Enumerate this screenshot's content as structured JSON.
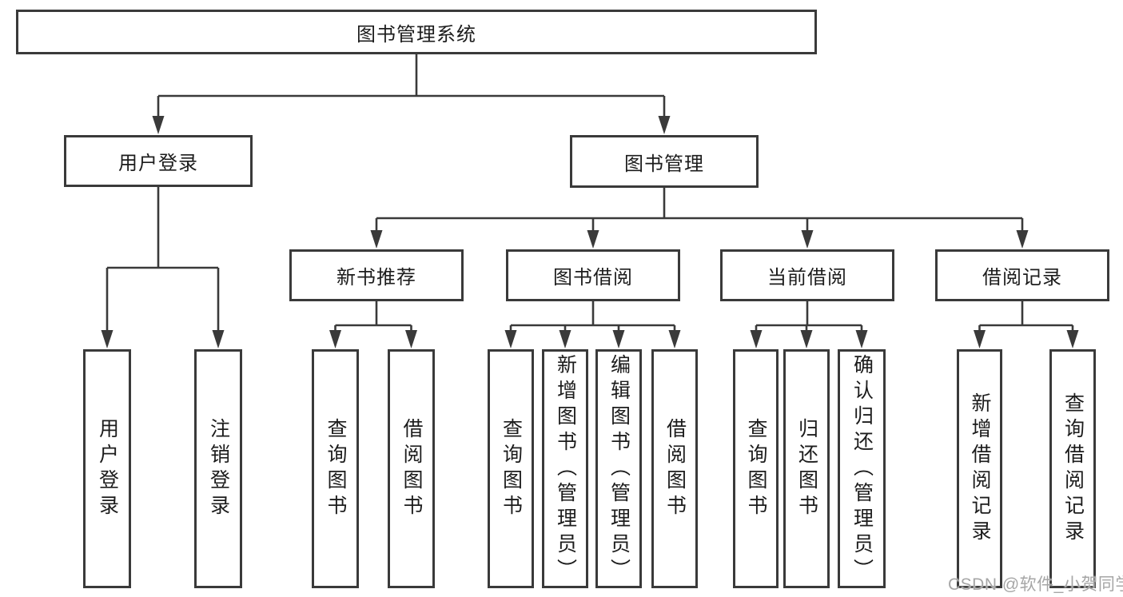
{
  "nodes": {
    "root": "图书管理系统",
    "userLogin": "用户登录",
    "bookMgmt": "图书管理",
    "newBookRec": "新书推荐",
    "bookBorrow": "图书借阅",
    "currentBorrow": "当前借阅",
    "borrowRecords": "借阅记录",
    "leafUserLogin": "用户登录",
    "leafLogout": "注销登录",
    "leafQueryBooks1": "查询图书",
    "leafBorrowBooks1": "借阅图书",
    "leafQueryBooks2": "查询图书",
    "leafAddBooks": "新增图书（管理员）",
    "leafEditBooks": "编辑图书（管理员）",
    "leafBorrowBooks2": "借阅图书",
    "leafQueryBooks3": "查询图书",
    "leafReturnBooks": "归还图书",
    "leafConfirmReturn": "确认归还（管理员）",
    "leafAddBorrowRecord": "新增借阅记录",
    "leafQueryBorrowRecord": "查询借阅记录"
  },
  "colors": {
    "line": "#3a3a3a",
    "text": "#1c1c1c",
    "watermark": "#a6a6a6",
    "background": "#ffffff"
  },
  "watermark": "CSDN @软件_小贺同学"
}
